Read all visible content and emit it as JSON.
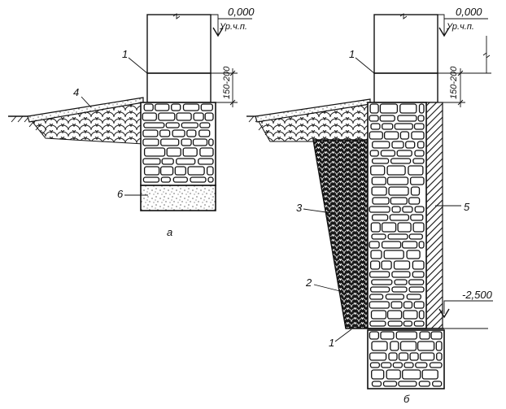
{
  "figure_a": {
    "caption": "а",
    "level_mark": "0,000",
    "level_label": "Ур.ч.п.",
    "dimension": "150-200",
    "callouts": {
      "damp_course": "1",
      "blind_area": "4",
      "sand_bed": "6"
    }
  },
  "figure_b": {
    "caption": "б",
    "level_mark": "0,000",
    "level_label": "Ур.ч.п.",
    "dimension": "150-200",
    "depth_mark": "-2,500",
    "callouts": {
      "damp_course_top": "1",
      "clay_lock": "3",
      "clay_backfill": "2",
      "damp_course_bottom": "1",
      "plaster_layer": "5"
    }
  }
}
